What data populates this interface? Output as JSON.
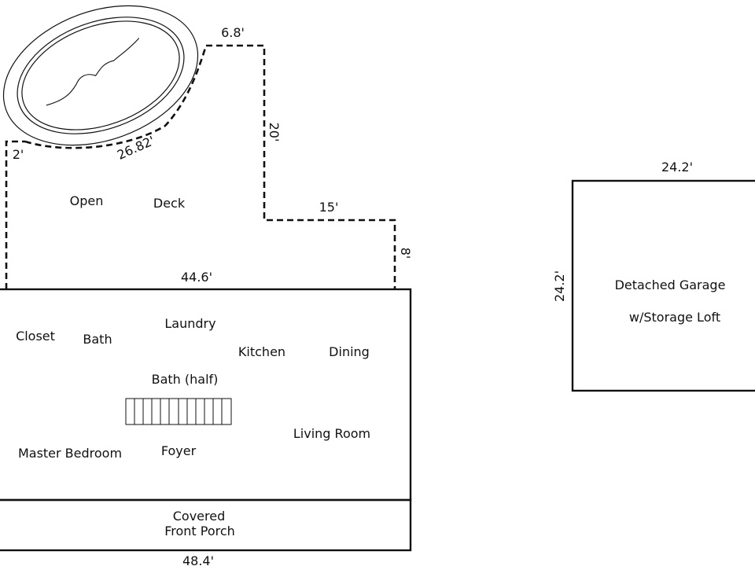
{
  "colors": {
    "line": "#111111",
    "background": "#ffffff"
  },
  "dimensions": {
    "deck_step_top": "6.8'",
    "deck_right_vertical": "20'",
    "deck_step_horizontal": "15'",
    "deck_right_lower": "8'",
    "deck_left_short": "2'",
    "pool_edge": "26.82'",
    "house_top_width": "44.6'",
    "house_bottom_width": "48.4'",
    "garage_width": "24.2'",
    "garage_height": "24.2'"
  },
  "deck": {
    "label_open": "Open",
    "label_deck": "Deck"
  },
  "rooms": {
    "closet": "Closet",
    "bath": "Bath",
    "laundry": "Laundry",
    "kitchen": "Kitchen",
    "dining": "Dining",
    "bath_half": "Bath (half)",
    "living_room": "Living Room",
    "master_bedroom": "Master Bedroom",
    "foyer": "Foyer"
  },
  "porch": {
    "line1": "Covered",
    "line2": "Front Porch"
  },
  "garage": {
    "line1": "Detached Garage",
    "line2": "w/Storage Loft"
  },
  "icons": {
    "pool": "pool-icon",
    "stairs": "stairs-icon"
  }
}
